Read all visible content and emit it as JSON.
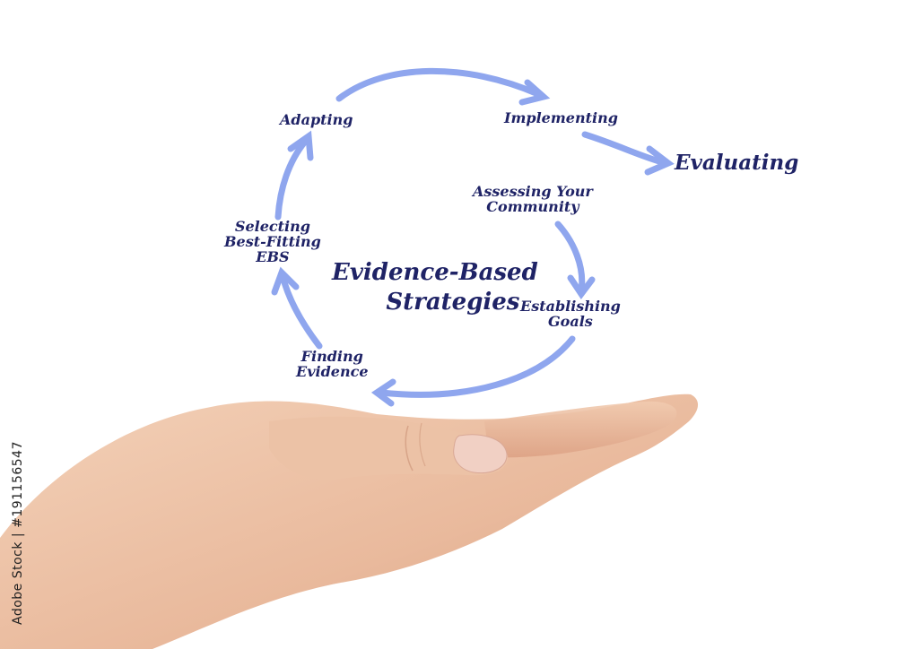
{
  "diagram": {
    "center_title": [
      "Evidence-Based",
      "Strategies"
    ],
    "steps": {
      "adapting": [
        "Adapting"
      ],
      "implementing": [
        "Implementing"
      ],
      "evaluating": [
        "Evaluating"
      ],
      "assessing": [
        "Assessing Your",
        "Community"
      ],
      "establishing": [
        "Establishing",
        "Goals"
      ],
      "finding": [
        "Finding",
        "Evidence"
      ],
      "selecting": [
        "Selecting",
        "Best-Fitting",
        "EBS"
      ]
    },
    "arrow_color": "#8fa6ee",
    "text_color": "#1f2366"
  },
  "watermark": "Adobe Stock | #191156547"
}
